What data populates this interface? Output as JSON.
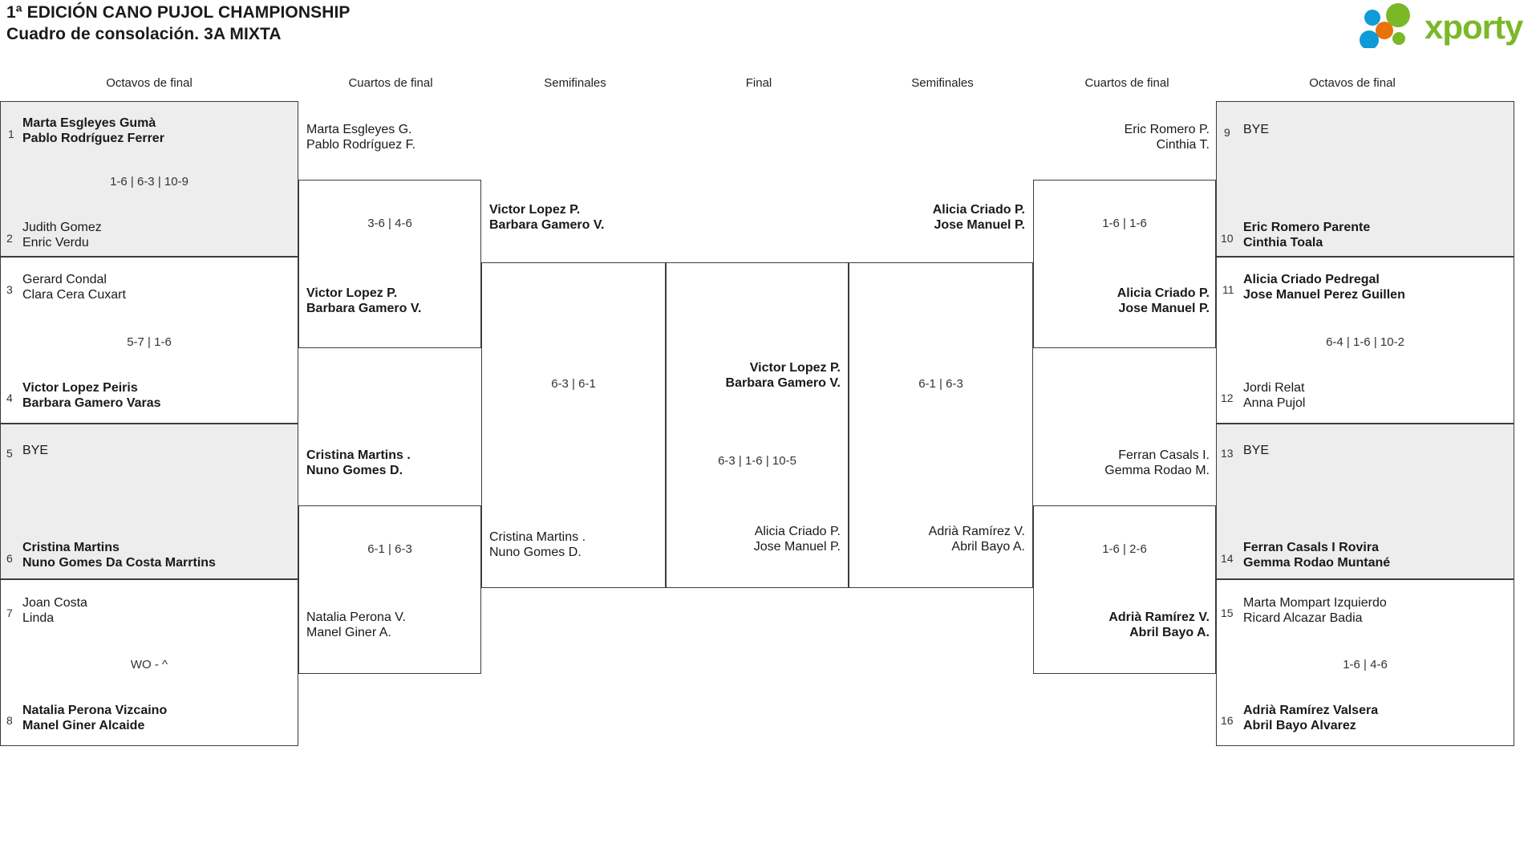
{
  "header": {
    "title_line1": "1ª EDICIÓN CANO PUJOL CHAMPIONSHIP",
    "title_line2": "Cuadro de consolación. 3A MIXTA",
    "logo_text": "xporty",
    "logo_colors": {
      "green": "#7ab828",
      "blue": "#0f9bd7",
      "orange": "#e8720c"
    }
  },
  "round_labels": {
    "left_r16": "Octavos de final",
    "left_qf": "Cuartos de final",
    "left_sf": "Semifinales",
    "final": "Final",
    "right_sf": "Semifinales",
    "right_qf": "Cuartos de final",
    "right_r16": "Octavos de final"
  },
  "left_r16": [
    {
      "seed": "1",
      "p1": "Marta Esgleyes Gumà",
      "p2": "Pablo Rodríguez Ferrer",
      "bold": true,
      "shaded": true
    },
    {
      "seed": "2",
      "p1": "Judith Gomez",
      "p2": "Enric Verdu",
      "bold": false,
      "shaded": true
    },
    {
      "seed": "3",
      "p1": "Gerard Condal",
      "p2": "Clara Cera Cuxart",
      "bold": false,
      "shaded": false
    },
    {
      "seed": "4",
      "p1": "Victor Lopez Peiris",
      "p2": "Barbara Gamero Varas",
      "bold": true,
      "shaded": false
    },
    {
      "seed": "5",
      "p1": "BYE",
      "p2": "",
      "bold": false,
      "shaded": true
    },
    {
      "seed": "6",
      "p1": "Cristina Martins",
      "p2": "Nuno Gomes Da Costa Marrtins",
      "bold": true,
      "shaded": true
    },
    {
      "seed": "7",
      "p1": "Joan Costa",
      "p2": "Linda",
      "bold": false,
      "shaded": false
    },
    {
      "seed": "8",
      "p1": "Natalia Perona Vizcaino",
      "p2": "Manel Giner Alcaide",
      "bold": true,
      "shaded": false
    }
  ],
  "left_r16_scores": [
    "1-6 | 6-3 | 10-9",
    "5-7 | 1-6",
    "",
    "WO - ^"
  ],
  "left_qf": [
    {
      "p1": "Marta Esgleyes G.",
      "p2": "Pablo Rodríguez F.",
      "bold": false
    },
    {
      "p1": "Victor Lopez P.",
      "p2": "Barbara Gamero V.",
      "bold": true
    },
    {
      "p1": "Cristina Martins .",
      "p2": "Nuno Gomes D.",
      "bold": true
    },
    {
      "p1": "Natalia Perona V.",
      "p2": "Manel Giner A.",
      "bold": false
    }
  ],
  "left_qf_scores": [
    "3-6 | 4-6",
    "6-1 | 6-3"
  ],
  "left_sf": [
    {
      "p1": "Victor Lopez P.",
      "p2": "Barbara Gamero V.",
      "bold": true
    },
    {
      "p1": "Cristina Martins .",
      "p2": "Nuno Gomes D.",
      "bold": false
    }
  ],
  "left_sf_score": "6-3 | 6-1",
  "final": {
    "top": {
      "p1": "Victor Lopez P.",
      "p2": "Barbara Gamero V.",
      "bold": true
    },
    "bottom": {
      "p1": "Alicia Criado P.",
      "p2": "Jose Manuel P.",
      "bold": false
    },
    "score": "6-3 | 1-6 | 10-5"
  },
  "right_sf": [
    {
      "p1": "Alicia Criado P.",
      "p2": "Jose Manuel P.",
      "bold": true
    },
    {
      "p1": "Adrià Ramírez V.",
      "p2": "Abril Bayo A.",
      "bold": false
    }
  ],
  "right_sf_score": "6-1 | 6-3",
  "right_qf": [
    {
      "p1": "Eric Romero P.",
      "p2": "Cinthia T.",
      "bold": false
    },
    {
      "p1": "Alicia Criado P.",
      "p2": "Jose Manuel P.",
      "bold": true
    },
    {
      "p1": "Ferran Casals I.",
      "p2": "Gemma Rodao M.",
      "bold": false
    },
    {
      "p1": "Adrià Ramírez V.",
      "p2": "Abril Bayo A.",
      "bold": true
    }
  ],
  "right_qf_scores": [
    "1-6 | 1-6",
    "1-6 | 2-6"
  ],
  "right_r16": [
    {
      "seed": "9",
      "p1": "BYE",
      "p2": "",
      "bold": false,
      "shaded": true
    },
    {
      "seed": "10",
      "p1": "Eric Romero Parente",
      "p2": "Cinthia Toala",
      "bold": true,
      "shaded": true
    },
    {
      "seed": "11",
      "p1": "Alicia Criado Pedregal",
      "p2": "Jose Manuel Perez Guillen",
      "bold": true,
      "shaded": false
    },
    {
      "seed": "12",
      "p1": "Jordi Relat",
      "p2": "Anna Pujol",
      "bold": false,
      "shaded": false
    },
    {
      "seed": "13",
      "p1": "BYE",
      "p2": "",
      "bold": false,
      "shaded": true
    },
    {
      "seed": "14",
      "p1": "Ferran Casals I Rovira",
      "p2": "Gemma Rodao Muntané",
      "bold": true,
      "shaded": true
    },
    {
      "seed": "15",
      "p1": "Marta Mompart Izquierdo",
      "p2": "Ricard Alcazar Badia",
      "bold": false,
      "shaded": false
    },
    {
      "seed": "16",
      "p1": "Adrià Ramírez Valsera",
      "p2": "Abril Bayo Alvarez",
      "bold": true,
      "shaded": false
    }
  ],
  "right_r16_scores": [
    "",
    "6-4 | 1-6 | 10-2",
    "",
    "1-6 | 4-6"
  ]
}
